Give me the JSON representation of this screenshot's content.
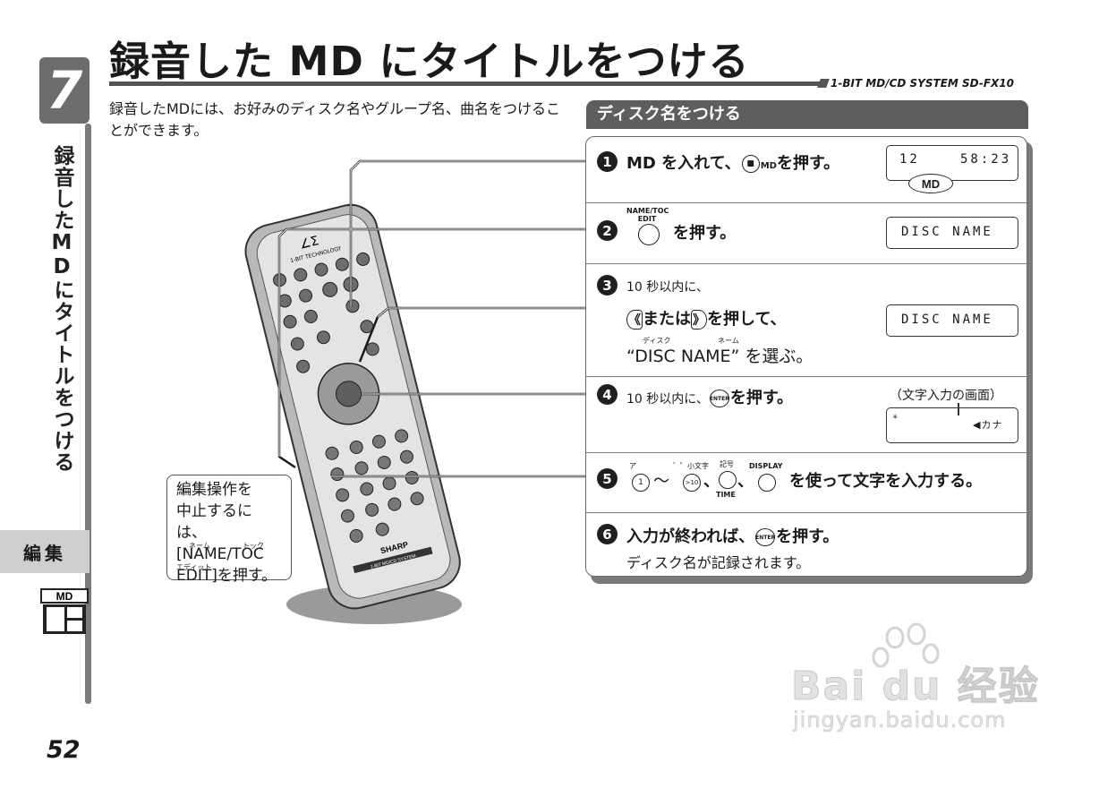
{
  "chapter_number": "7",
  "vertical_title": "録音したMDにタイトルをつける",
  "section_tab": "編集",
  "md_icon_label": "MD",
  "page_number": "52",
  "title": "録音した MD にタイトルをつける",
  "model": "1-BIT MD/CD SYSTEM  SD-FX10",
  "intro": "録音したMDには、お好みのディスク名やグループ名、曲名をつけることができます。",
  "section_header": "ディスク名をつける",
  "steps": [
    {
      "num": "1",
      "before": "MD を入れて、",
      "button": "■",
      "button_label": "MD",
      "after": "を押す。"
    },
    {
      "num": "2",
      "button_label": "NAME/TOC EDIT",
      "after": "を押す。"
    },
    {
      "num": "3",
      "sub": "10 秒以内に、",
      "line1_mid": "または",
      "line1_after": "を押して、",
      "ruby1": "ディスク",
      "ruby2": "ネーム",
      "line2": "“DISC NAME” を選ぶ。"
    },
    {
      "num": "4",
      "sub": "10 秒以内に、",
      "button_label": "ENTER",
      "after": "を押す。"
    },
    {
      "num": "5",
      "ruby_a": "ア",
      "key_a": "1",
      "tilde": "～",
      "ruby_b": "゛゜小文字",
      "key_b": ">10",
      "ruby_c": "記号",
      "key_c_label": "TIME",
      "key_d_label": "DISPLAY",
      "after": "を使って文字を入力する。"
    },
    {
      "num": "6",
      "before": "入力が終われば、",
      "button_label": "ENTER",
      "after": "を押す。",
      "sub": "ディスク名が記録されます。"
    }
  ],
  "displays": {
    "d1_track": "12",
    "d1_time": "58:23",
    "d1_badge": "MD",
    "d2": "DISC NAME",
    "d3": "DISC NAME",
    "d4_caption": "（文字入力の画面）",
    "d4_text": "◀カナ"
  },
  "remote": {
    "brand": "SHARP",
    "logo": "1-BIT TECHNOLOGY",
    "system": "1-BIT MD/CD SYSTEM"
  },
  "note": {
    "line1": "編集操作を",
    "line2": "中止するには、",
    "ruby1": "ネーム",
    "ruby2": "トック",
    "line3": "[NAME/TOC",
    "ruby3": "エディット",
    "line4": "EDIT]を押す。"
  },
  "watermark": {
    "brand": "Bai du 经验",
    "url": "jingyan.baidu.com"
  }
}
